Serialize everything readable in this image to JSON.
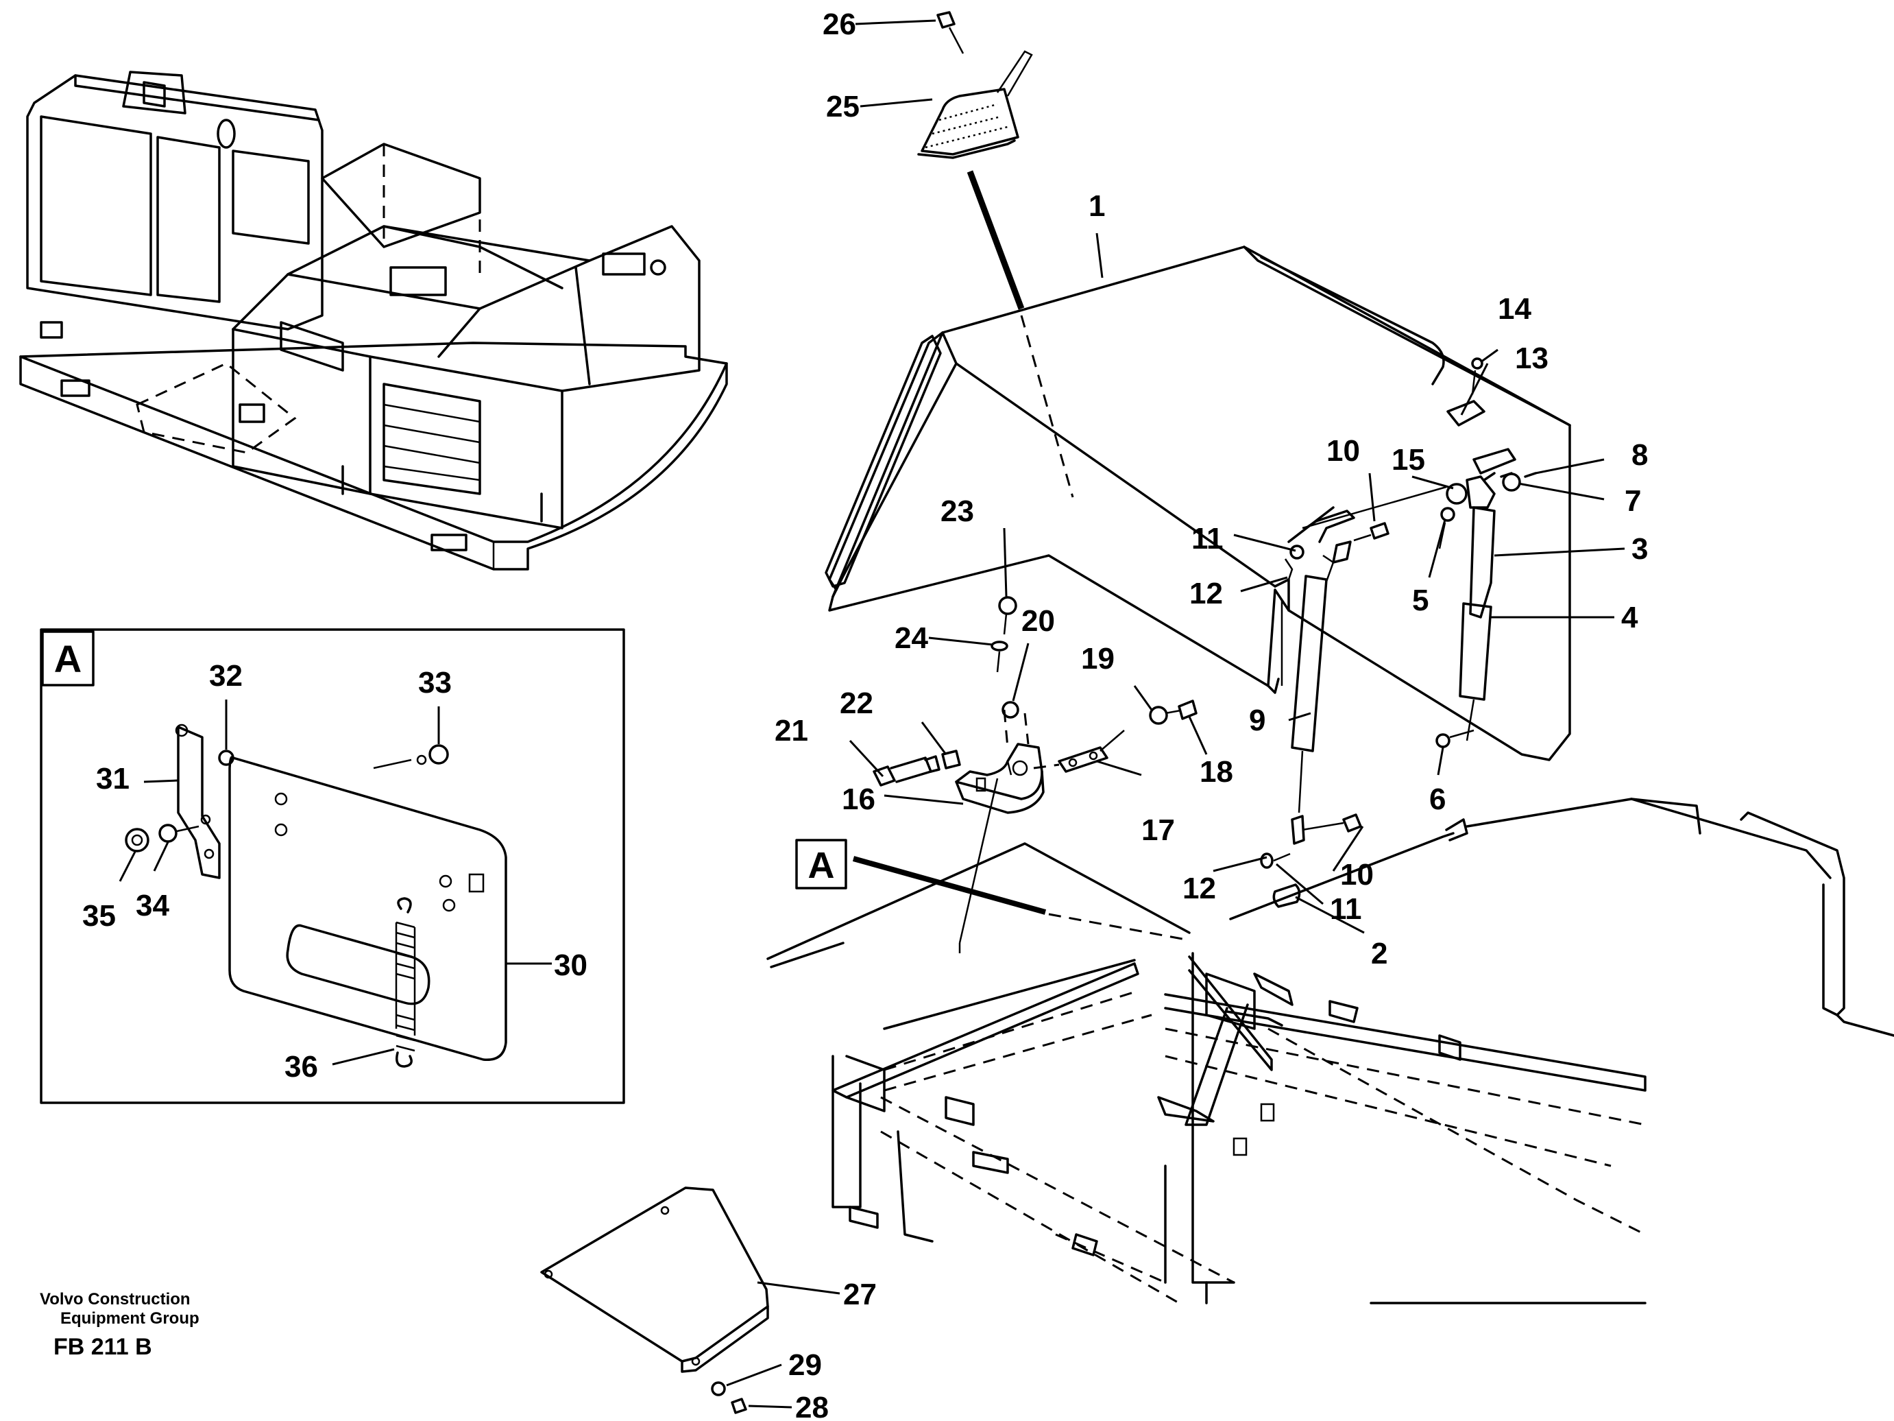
{
  "diagram": {
    "detail_view_label": "A",
    "pointer_label": "A",
    "footer": {
      "company_line1": "Volvo Construction",
      "company_line2": "Equipment Group",
      "code": "FB 211 B"
    },
    "callouts": {
      "c1": "1",
      "c2": "2",
      "c3": "3",
      "c4": "4",
      "c5": "5",
      "c6": "6",
      "c7": "7",
      "c8": "8",
      "c9": "9",
      "c10a": "10",
      "c10b": "10",
      "c11a": "11",
      "c11b": "11",
      "c12a": "12",
      "c12b": "12",
      "c13": "13",
      "c14": "14",
      "c15": "15",
      "c16": "16",
      "c17": "17",
      "c18": "18",
      "c19": "19",
      "c20": "20",
      "c21": "21",
      "c22": "22",
      "c23": "23",
      "c24": "24",
      "c25": "25",
      "c26": "26",
      "c27": "27",
      "c28": "28",
      "c29": "29",
      "c30": "30",
      "c31": "31",
      "c32": "32",
      "c33": "33",
      "c34": "34",
      "c35": "35",
      "c36": "36"
    }
  }
}
